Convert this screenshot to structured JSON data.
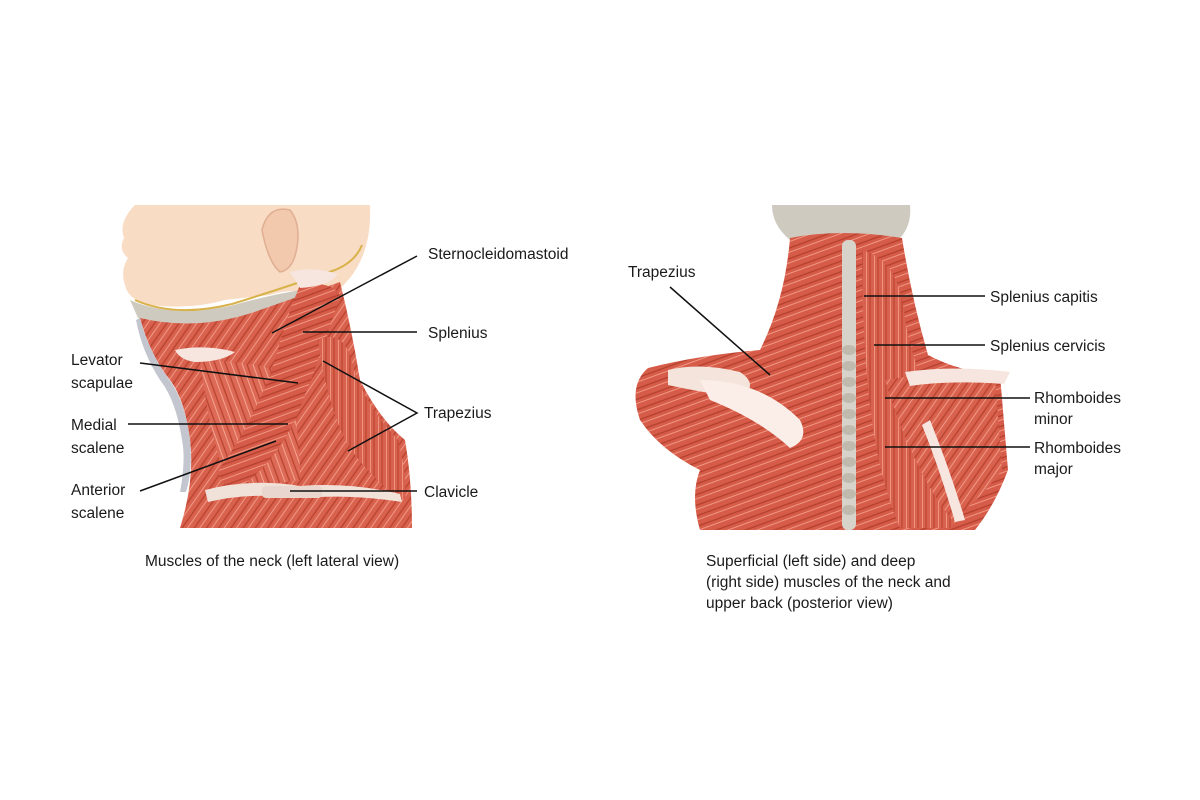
{
  "lateral_view": {
    "caption": "Muscles of the neck (left lateral view)",
    "labels": {
      "sternocleidomastoid": "Sternocleidomastoid",
      "splenius": "Splenius",
      "trapezius": "Trapezius",
      "clavicle": "Clavicle",
      "levator_scapulae": [
        "Levator",
        "scapulae"
      ],
      "medial_scalene": [
        "Medial",
        "scalene"
      ],
      "anterior_scalene": [
        "Anterior",
        "scalene"
      ]
    }
  },
  "posterior_view": {
    "caption": [
      "Superficial (left side) and deep",
      "(right side) muscles of the neck and",
      "upper back (posterior view)"
    ],
    "labels": {
      "trapezius": "Trapezius",
      "splenius_capitis": "Splenius capitis",
      "splenius_cervicis": "Splenius cervicis",
      "rhomboides_minor": [
        "Rhomboides",
        "minor"
      ],
      "rhomboides_major": [
        "Rhomboides",
        "major"
      ]
    }
  },
  "colors": {
    "muscle": "#d9624f",
    "muscle_dark": "#b8432f",
    "muscle_light": "#ef9a86",
    "tendon": "#f6e6df",
    "bone": "#cfcabf",
    "skin": "#f9dcc4"
  }
}
